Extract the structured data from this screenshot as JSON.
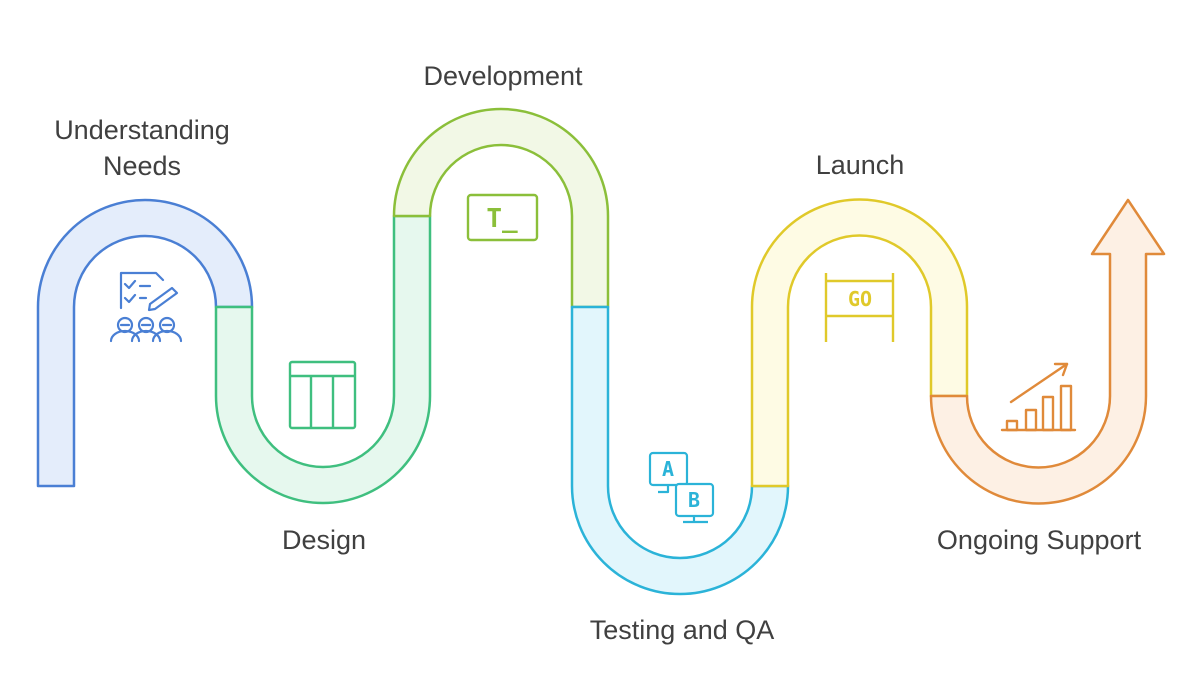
{
  "stages": [
    {
      "label_lines": [
        "Understanding",
        "Needs"
      ],
      "icon": "checklist-team-icon",
      "color": "#4a7fd4",
      "fill": "#e4edfb"
    },
    {
      "label_lines": [
        "Design"
      ],
      "icon": "table-layout-icon",
      "color": "#3fbf7f",
      "fill": "#e6f8ee"
    },
    {
      "label_lines": [
        "Development"
      ],
      "icon": "terminal-icon",
      "color": "#8bbf3a",
      "fill": "#f2f8e6"
    },
    {
      "label_lines": [
        "Testing and QA"
      ],
      "icon": "ab-test-icon",
      "color": "#2bb3d8",
      "fill": "#e2f6fc"
    },
    {
      "label_lines": [
        "Launch"
      ],
      "icon": "go-sign-icon",
      "color": "#e0c92a",
      "fill": "#fefbe4"
    },
    {
      "label_lines": [
        "Ongoing Support"
      ],
      "icon": "growth-chart-icon",
      "color": "#e08a3a",
      "fill": "#fdf0e4"
    }
  ],
  "icons": {
    "terminal_text": "T_",
    "ab_text_a": "A",
    "ab_text_b": "B",
    "go_text": "GO"
  }
}
